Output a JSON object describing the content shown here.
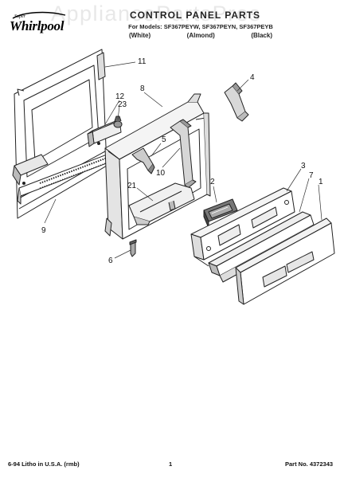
{
  "header": {
    "brand_top": "Super",
    "brand": "Whirlpool",
    "title": "CONTROL PANEL PARTS",
    "subtitle": "For Models: SF367PEYW, SF367PEYN, SF367PEYB",
    "finishes": [
      "(White)",
      "(Almond)",
      "(Black)"
    ]
  },
  "watermark": "AppliancePartsPros",
  "callouts": [
    "11",
    "12",
    "23",
    "8",
    "4",
    "5",
    "10",
    "21",
    "2",
    "3",
    "7",
    "1",
    "9",
    "6"
  ],
  "footer": {
    "left": "6-94 Litho in U.S.A. (rmb)",
    "page": "1",
    "part_no": "Part No. 4372343"
  }
}
